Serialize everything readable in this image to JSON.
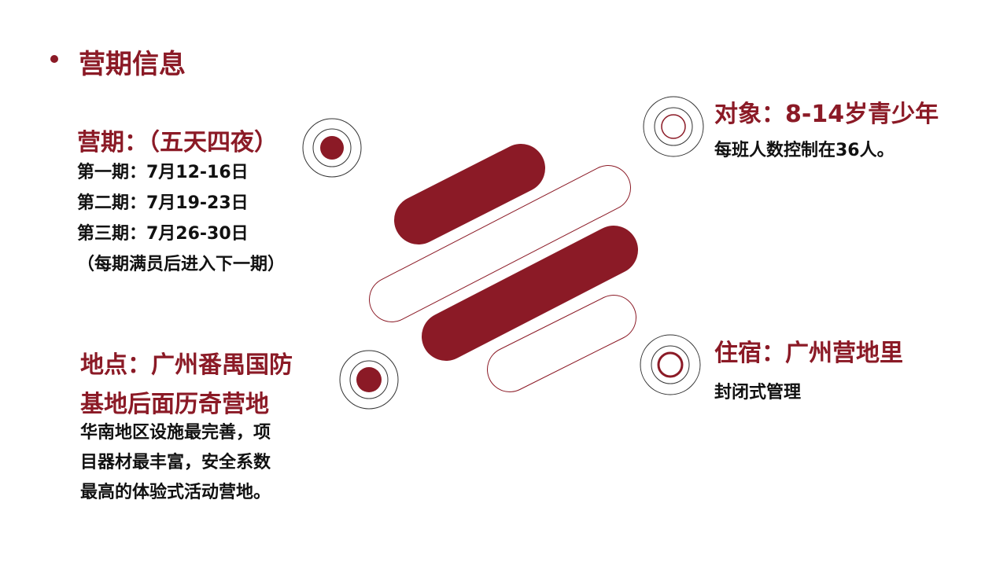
{
  "page": {
    "title": "营期信息"
  },
  "session": {
    "title": "营期：（五天四夜）",
    "lines": [
      "第一期：7月12-16日",
      "第二期：7月19-23日",
      "第三期：7月26-30日",
      "（每期满员后进入下一期）"
    ]
  },
  "location": {
    "title_lines": [
      "地点：广州番禺国防",
      "基地后面历奇营地"
    ],
    "desc_lines": [
      "华南地区设施最完善，项",
      "目器材最丰富，安全系数",
      "最高的体验式活动营地。"
    ]
  },
  "target": {
    "title": "对象：8-14岁青少年",
    "desc": "每班人数控制在36人。"
  },
  "accommodation": {
    "title": "住宿：广州营地里",
    "desc": "封闭式管理"
  },
  "colors": {
    "accent": "#8b1a26",
    "ring": "#333333",
    "text": "#111111"
  }
}
